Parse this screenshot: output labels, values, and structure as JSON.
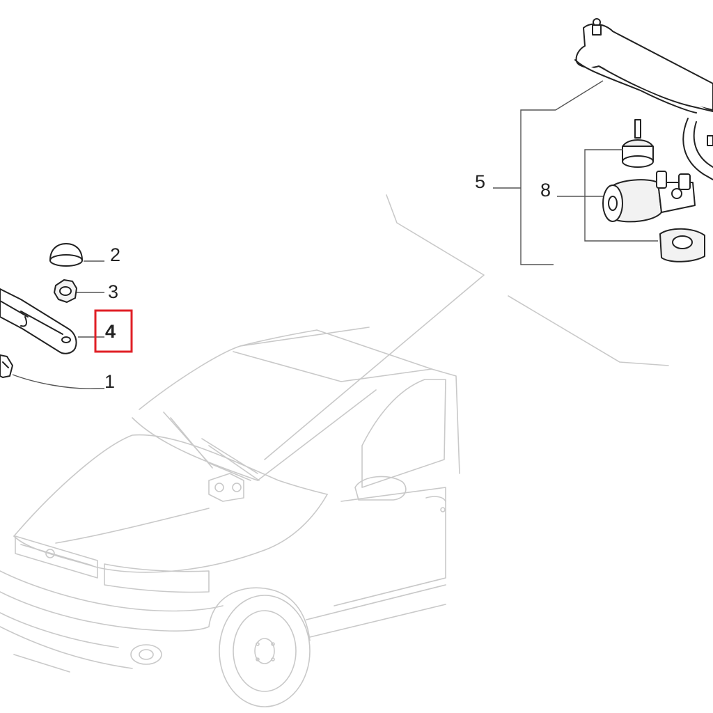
{
  "diagram": {
    "callouts": [
      {
        "id": "1",
        "label": "1"
      },
      {
        "id": "2",
        "label": "2"
      },
      {
        "id": "3",
        "label": "3"
      },
      {
        "id": "4",
        "label": "4",
        "highlighted": true
      },
      {
        "id": "5",
        "label": "5"
      },
      {
        "id": "8",
        "label": "8"
      }
    ],
    "highlight_color": "#e01f26",
    "parts": [
      {
        "name": "wiper-linkage-frame-icon"
      },
      {
        "name": "wiper-motor-icon"
      },
      {
        "name": "motor-mount-nut-icon"
      },
      {
        "name": "motor-bracket-icon"
      },
      {
        "name": "spindle-cap-icon"
      },
      {
        "name": "spindle-nut-icon"
      },
      {
        "name": "wiper-arm-icon"
      },
      {
        "name": "wiper-blade-clip-icon"
      },
      {
        "name": "car-outline-icon"
      }
    ]
  }
}
